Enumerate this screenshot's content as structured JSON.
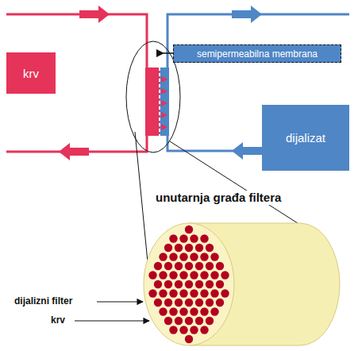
{
  "diagram": {
    "nodes": [
      {
        "text": [
          "krv"
        ]
      },
      {
        "text": [
          "dijalizat"
        ]
      },
      {
        "text": [
          "semipermeabilna membrana"
        ]
      }
    ],
    "labels": [
      "unutarnja građa filtera",
      "dijalizni filter",
      "krv"
    ]
  }
}
